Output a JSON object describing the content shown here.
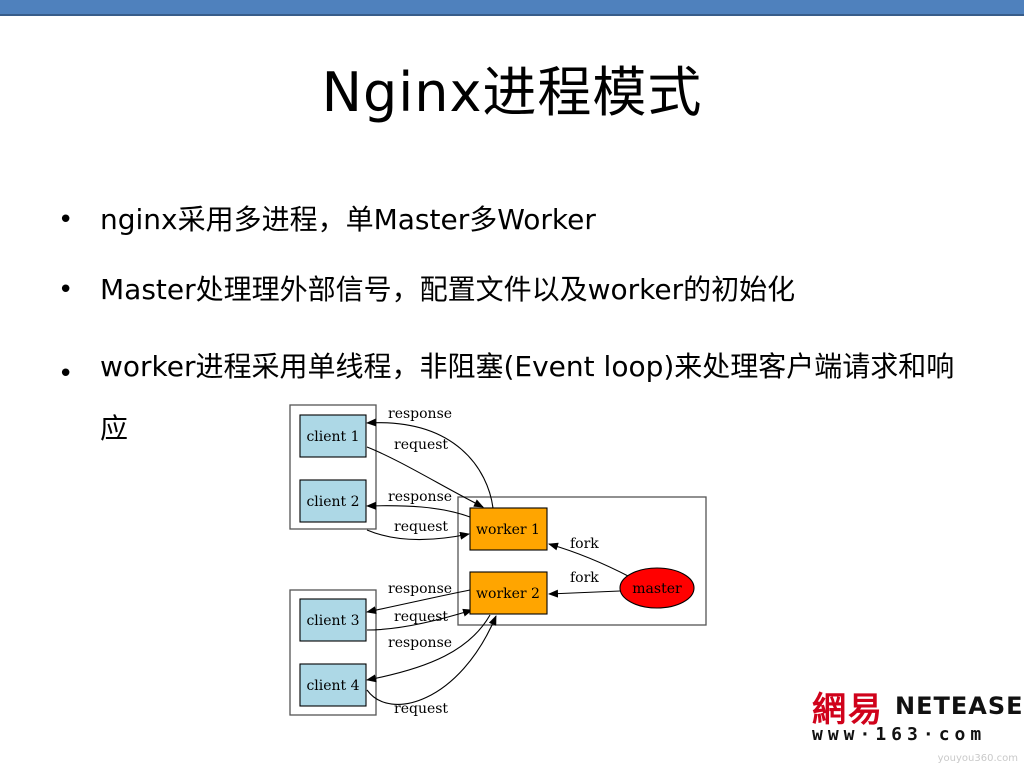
{
  "slide": {
    "title": "Nginx进程模式",
    "bullets": [
      "nginx采用多进程，单Master多Worker",
      "Master处理理外部信号，配置文件以及worker的初始化",
      "worker进程采用单线程，非阻塞(Event loop)来处理客户端请求和响应"
    ],
    "bullet_glyph": "•"
  },
  "diagram": {
    "clients": [
      "client 1",
      "client 2",
      "client 3",
      "client 4"
    ],
    "workers": [
      "worker 1",
      "worker 2"
    ],
    "master": "master",
    "edge_labels": {
      "response": "response",
      "request": "request",
      "fork": "fork"
    },
    "colors": {
      "client_fill": "#add8e6",
      "worker_fill": "#ffa500",
      "master_fill": "#ff0000"
    }
  },
  "logo": {
    "chinese": "網易",
    "english": "NETEASE",
    "url": "www·163·com"
  },
  "watermark": "youyou360.com"
}
